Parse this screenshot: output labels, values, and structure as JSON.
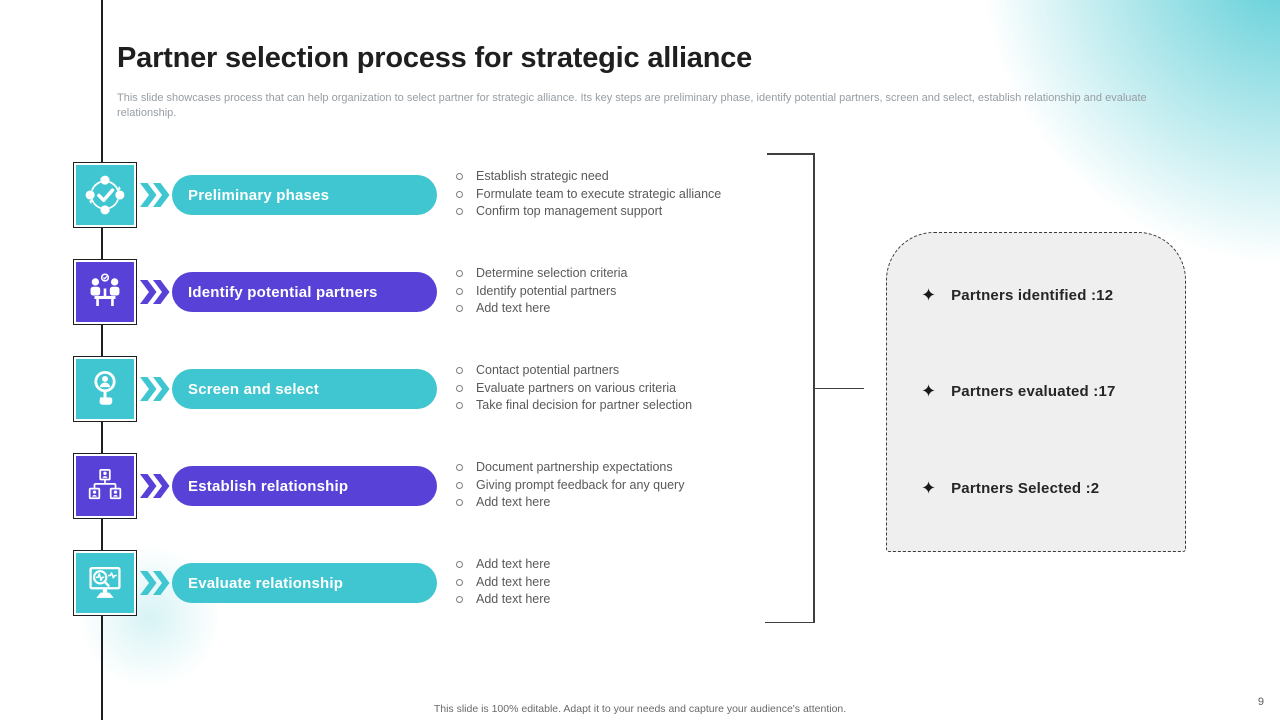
{
  "slide": {
    "title": "Partner selection process for strategic alliance",
    "description": "This slide showcases process that can help organization to select partner for strategic alliance. Its key steps are preliminary phase, identify potential partners, screen and select, establish relationship and evaluate relationship.",
    "footer_note": "This slide is 100% editable.  Adapt it to your needs and capture your audience's attention.",
    "page_number": "9"
  },
  "colors": {
    "teal_accent": "#3FC6D0",
    "purple_accent": "#5841D7",
    "title_text": "#1F1F1F",
    "description_text": "#969DA3",
    "bullet_text": "#595959",
    "summary_box_fill": "#EFEFEF",
    "summary_text": "#262626",
    "line_color": "#1F1F1F"
  },
  "steps": [
    {
      "label": "Preliminary phases",
      "accent": "teal",
      "icon": "process-cycle-icon",
      "bullets": [
        "Establish strategic need",
        "Formulate team to execute strategic alliance",
        "Confirm top management support"
      ]
    },
    {
      "label": "Identify potential partners",
      "accent": "purple",
      "icon": "meeting-icon",
      "bullets": [
        "Determine selection criteria",
        "Identify potential partners",
        "Add text here"
      ]
    },
    {
      "label": "Screen and select",
      "accent": "teal",
      "icon": "candidate-selection-icon",
      "bullets": [
        "Contact potential partners",
        "Evaluate partners on various criteria",
        "Take final decision for partner selection"
      ]
    },
    {
      "label": "Establish relationship",
      "accent": "purple",
      "icon": "org-hierarchy-icon",
      "bullets": [
        "Document partnership expectations",
        "Giving prompt feedback for any query",
        "Add text here"
      ]
    },
    {
      "label": "Evaluate relationship",
      "accent": "teal",
      "icon": "monitor-analysis-icon",
      "bullets": [
        "Add text here",
        "Add text here",
        "Add text here"
      ]
    }
  ],
  "summary_box": {
    "bullet_glyph": "✦",
    "items": [
      {
        "text": "Partners identified :12",
        "metric": "Partners identified",
        "value": 12
      },
      {
        "text": "Partners evaluated :17",
        "metric": "Partners evaluated",
        "value": 17
      },
      {
        "text": "Partners Selected :2",
        "metric": "Partners Selected",
        "value": 2
      }
    ]
  }
}
